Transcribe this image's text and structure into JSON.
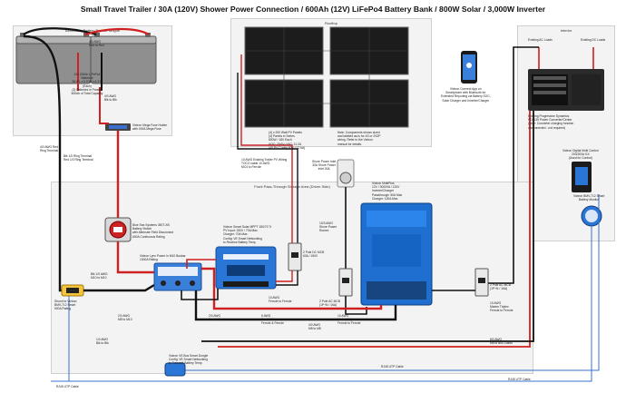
{
  "title": "Small Travel Trailer / 30A (120V) Shower Power Connection / 600Ah (12V) LiFePo4 Battery Bank / 800W Solar / 3,000W Inverter",
  "regions": {
    "battery_box": "Aluminium Battery Box on Tongue",
    "rooftop": "Rooftop",
    "interior": "Interior",
    "storage": "Front Pass-Through Storage Area (Driver Side)"
  },
  "labels": {
    "batteries": "12v 200Ah LiFePo4\nBatteries\n38.6\"L x 5.9\"W x 8.3\"H\n(Each)\n(3) Batteries in Parallel\n600Ah of Total Capacity",
    "fuse_holder": "Victron Mega Fuse Holder\nwith 400A Mega Fuse",
    "awg_left": "4/0 AWG\nRed to Red",
    "awg_right": "4/0 AWG\nBlk to Blk",
    "wire_red_side": "4/0 AWG Red\nRing Terminal",
    "wire_top_red": "Blk 1/0 Ring Terminal\nRed 1/0 Ring Terminal",
    "solar_panels": "(4) x 200 Watt PV Panels\n(4) Panels in Series\n800W / 18V Each\nVOC: 79.6V / ISC: 11.2A\n(4S PV Config 80V / 12.6A)",
    "solar_note": "Note: Components shown sized\nand labeled as-is for 4S or 2S2P\nwiring. Refer to the Victron\nmanual for details.",
    "phone": "Victron Connect App on\nSmartphone with Bluetooth for\nExtended Reporting via Battery SOC,\nSolar Charger and Inverter/Charger",
    "ac_loads": "Existing AC Loads",
    "dc_loads": "Existing DC Loads",
    "converter": "Existing Progressive Dynamics\nPD4135 Power Converter/Center\n(Note: Converter charging function\ndisconnected - not required)",
    "cerbo": "Victron Digital Multi Control\n200/200A GX\n(Used for Control)",
    "bmv": "Victron BMV-712 Smart\nBattery Monitor",
    "shore": "Shore Power Inlet\n30A Shore Power\nInlet 30A",
    "shore_wire": "10/3 AWG\nShore Power\nRomex",
    "battery_switch": "Blue Sea Systems 350T-XB\nBattery Switch\nwith Alternate Field Disconnect\n600A Continuous Rating",
    "busbar": "Victron Lynx Power In M10 Busbar\n1000A Rating",
    "mppt": "Victron Smart Solar MPPT 150/70 Tr\nPV Input: 150V / 70A Max\nCharger: 70A Max\nConfig: VE.Smart Networking\nto Receive Battery Temp",
    "multiplus": "Victron MultiPlus\n12V / 3000VA / 120V\nInverter/Charger\nPassthrough: 50A Max\nCharger: 120A Max",
    "breaker_left": "2 Pole DC MCB\n63A / 150V",
    "breaker_mid": "2 Pole AC MCB\n(1P+N / 16A)",
    "breaker_right": "2 Pole AC MCB\n(1P+N / 16A)",
    "shunt": "Shunt for Victron\nBMV-712 Smart\n500A Rating",
    "ve_bus": "Victron VE.Bus Smart Dongle\nConfig: VE.Smart Networking\nto Transmit Battery Temp",
    "ethernet": "RJ45 UTP Cable",
    "awg_mppt": "6 AWG\nRed & Blk\nFerrule & Ferrule",
    "awg_pv": "10 AWG\nFerrule to Ferrule",
    "awg_ac_in": "10 AWG\nMarine Triplex\nFerrule to Ferrule",
    "awg_ac_out": "10 AWG\nMarine Triplex\nFerrule to Ferrule",
    "awg_dc_out": "2/0 AWG\nRed to Red",
    "awg_multi_dc": "4/0 AWG\nM8 to M8",
    "awg_bus": "2/0 AWG\nM8 to M10",
    "awg_roof_pv": "10 AWG Existing Trailer PV Wiring\nTOCO cable 10 AWG\nMC4 to Ferrule",
    "awg_rj": "RJ45 UTP Cable",
    "awg_dc_loads": "8/0 AWG\nM8 to Bus Loads",
    "awg_bmv": "RJ45 UTP Cable",
    "awg_shunt_left": "Blk 1/0 AWG\nM10 to M10",
    "awg_shunt_bottom": "1/0 AWG\nBlk to Blk"
  },
  "colors": {
    "red_wire": "#d02020",
    "black_wire": "#111111",
    "blue_wire": "#3a6fd0",
    "victron_blue": "#1f6fd1",
    "panel_dark": "#1c1c1c"
  },
  "icons": [
    "battery-icon",
    "solar-panel-icon",
    "phone-icon",
    "inverter-icon",
    "breaker-icon",
    "switch-icon",
    "busbar-icon",
    "shunt-icon",
    "monitor-icon",
    "shore-inlet-icon"
  ]
}
